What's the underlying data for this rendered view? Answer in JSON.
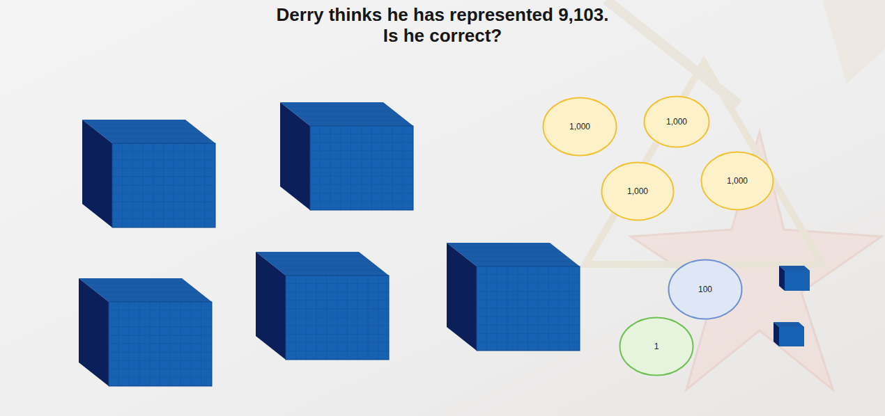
{
  "diagram": {
    "title": "Derry thinks he has represented 9,103. Is he correct?",
    "nodes": [
      {
        "text": [
          "1,000"
        ]
      },
      {
        "text": [
          "1,000"
        ]
      },
      {
        "text": [
          "1,000"
        ]
      },
      {
        "text": [
          "1,000"
        ]
      },
      {
        "text": [
          "100"
        ]
      },
      {
        "text": [
          "1"
        ]
      }
    ]
  }
}
